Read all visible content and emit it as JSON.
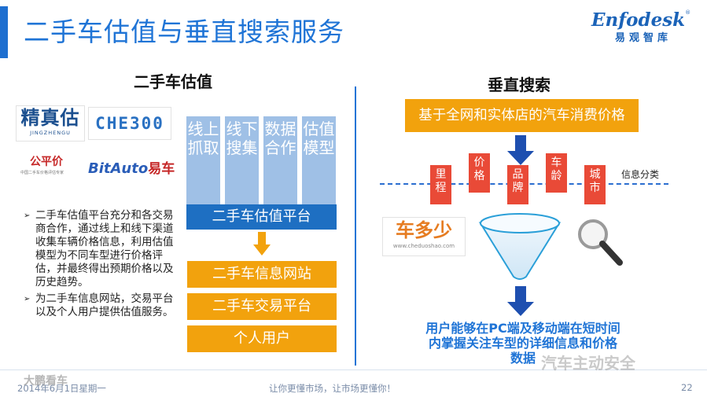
{
  "slide": {
    "title": "二手车估值与垂直搜索服务",
    "logo": {
      "en": "Enfodesk",
      "tm": "®",
      "cn": "易观智库"
    },
    "left_heading": "二手车估值",
    "right_heading": "垂直搜索",
    "brands": {
      "jingzhengu": {
        "cn": "精真估",
        "en": "JINGZHENGU"
      },
      "che300": "CHE300",
      "gongpingjia": {
        "cn": "公平价",
        "sub": "中国二手车价格评估专家"
      },
      "bitauto": {
        "en": "BitAuto",
        "cn": "易车"
      },
      "cheduoshao": {
        "cn": "车多少",
        "url": "www.cheduoshao.com"
      }
    },
    "channels": [
      "线上抓取",
      "线下搜集",
      "数据合作",
      "估值模型"
    ],
    "platform_label": "二手车估值平台",
    "outputs": [
      "二手车信息网站",
      "二手车交易平台",
      "个人用户"
    ],
    "bullets": [
      "二手车估值平台充分和各交易商合作，通过线上和线下渠道收集车辆价格信息，利用估值模型为不同车型进行价格评估，并最终得出预期价格以及历史趋势。",
      "为二手车信息网站，交易平台以及个人用户提供估值服务。"
    ],
    "vertical_top": "基于全网和实体店的汽车消费价格",
    "info_tags": [
      "里程",
      "价格",
      "品牌",
      "车龄",
      "城市"
    ],
    "info_label": "信息分类",
    "result_text": "用户能够在PC端及移动端在短时间内掌握关注车型的详细信息和价格数据",
    "footer": {
      "left": "2014年6月1日星期一",
      "center": "让你更懂市场，让市场更懂你！",
      "page": "22",
      "watermark_left": "大鹏看车",
      "watermark_right": "汽车主动安全"
    },
    "colors": {
      "title_blue": "#1f74d6",
      "orange": "#f2a20d",
      "red_tag": "#e94a37",
      "light_blue": "#9fc0e6",
      "dark_blue": "#1e6fc2"
    }
  }
}
